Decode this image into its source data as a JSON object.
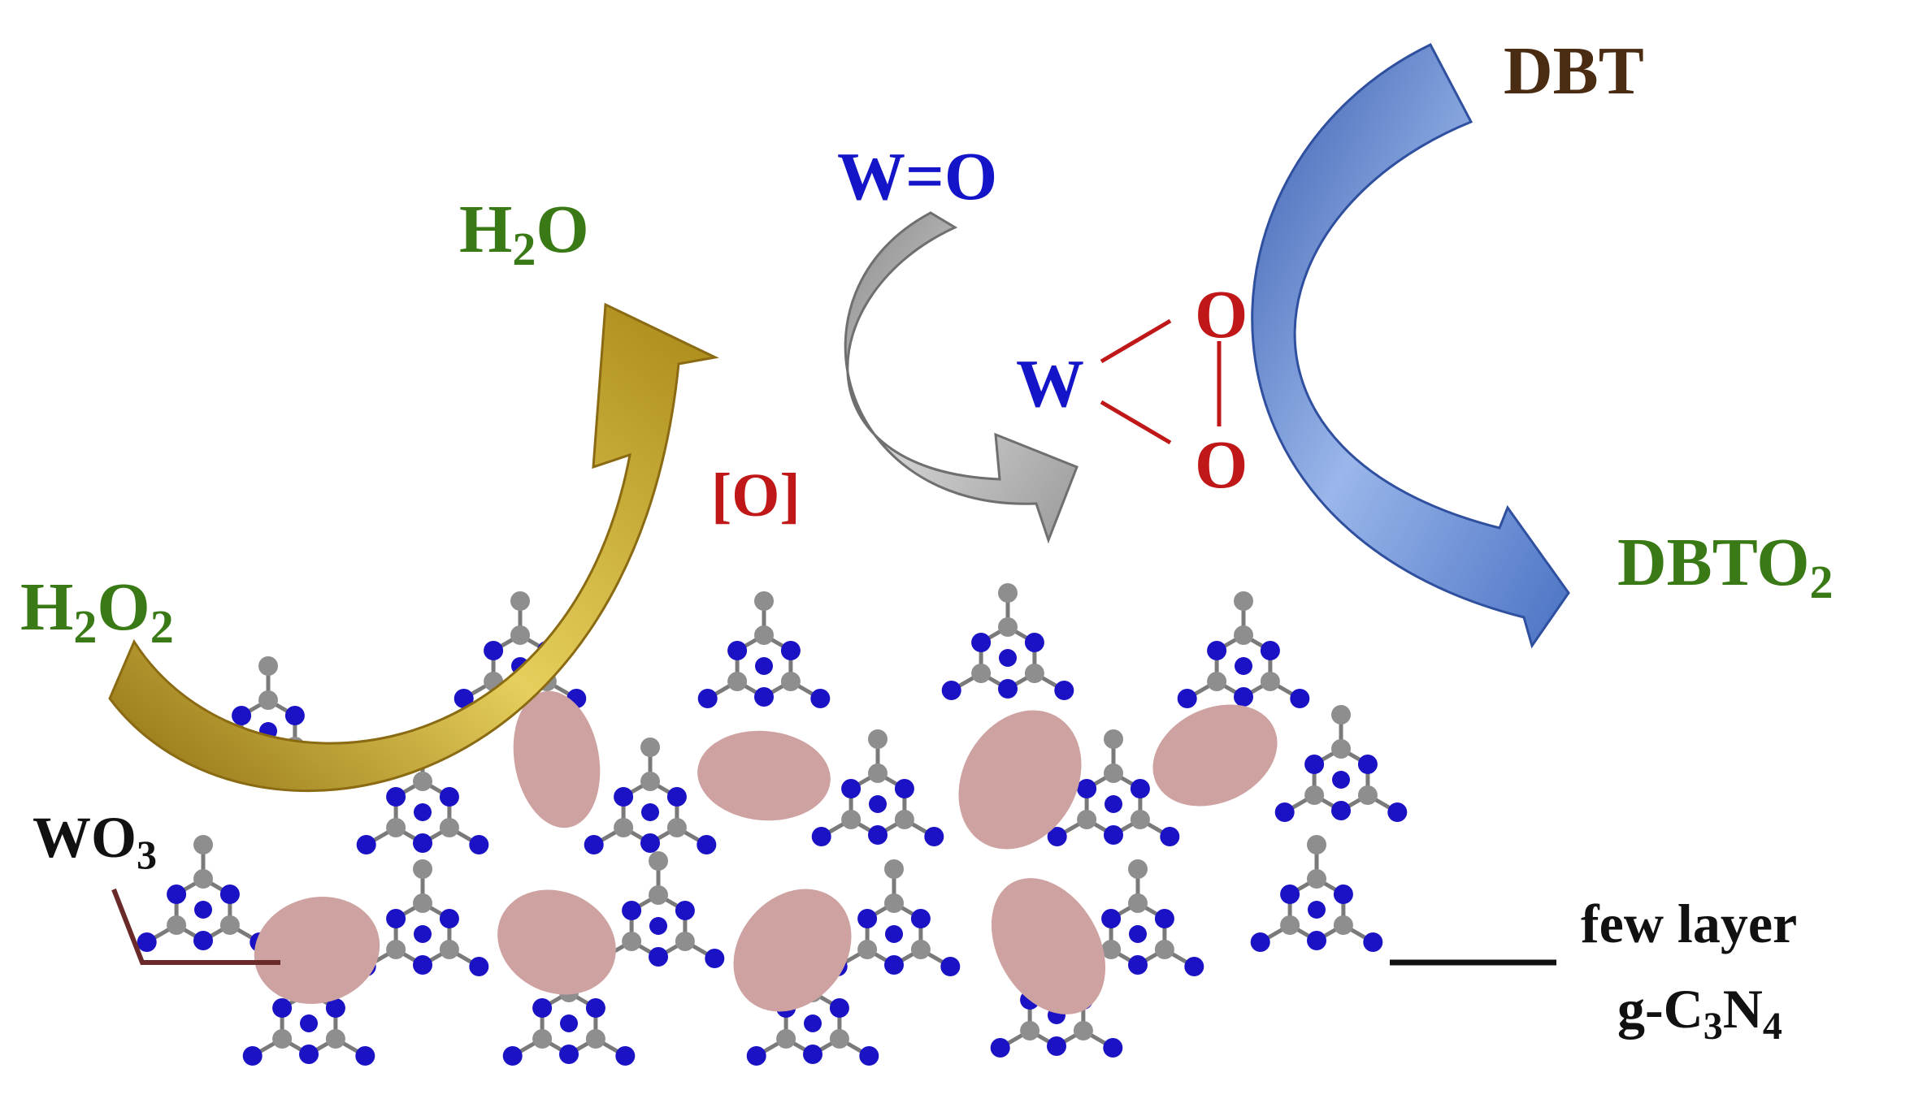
{
  "labels": {
    "h2o2": "H2O2",
    "h2o": "H2O",
    "o_bracket": "[O]",
    "w_eq_o": "W=O",
    "w": "W",
    "o_top": "O",
    "o_bottom": "O",
    "dbt": "DBT",
    "dbto2": "DBTO2",
    "wo3": "WO3",
    "few_layer": "few layer",
    "gc3n4": "g-C3N4"
  },
  "colors": {
    "green_text": "#3a7a16",
    "blue_text": "#1414c8",
    "red_text": "#c01818",
    "brown_text": "#4a2c12",
    "black_text": "#111111",
    "gold_arrow": "#c9a82a",
    "gray_arrow": "#a6a6a6",
    "blue_arrow": "#4d78c8",
    "carbon_atom": "#8e8e8e",
    "nitrogen_atom": "#1a12c4",
    "bond": "#7a7a7a",
    "wo3_particle": "#cfa2a2",
    "wo3_line": "#6b2a2a"
  }
}
